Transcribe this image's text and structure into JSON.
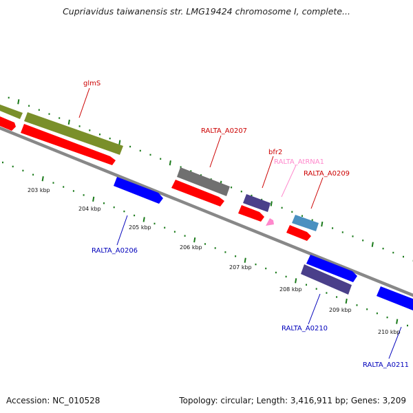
{
  "title": "Cupriavidus taiwanensis str. LMG19424 chromosome I, complete...",
  "accession_text": "Accession: NC_010528",
  "summary_text": "Topology: circular; Length: 3,416,911 bp; Genes: 3,209",
  "colors": {
    "backbone": "#888888",
    "tick": "#1a7a1a",
    "forward_gene": "#ff0000",
    "reverse_gene": "#0000ff",
    "olive_feature": "#7a8f2a",
    "gray_feature": "#707070",
    "purple_feature": "#4a3f8a",
    "teal_feature": "#4a90c0",
    "trna_feature": "#ff88cc",
    "label_red": "#cc0000",
    "label_blue": "#0000bb",
    "label_pink": "#ff88cc"
  },
  "kbp_labels": [
    "203 kbp",
    "204 kbp",
    "205 kbp",
    "206 kbp",
    "207 kbp",
    "208 kbp",
    "209 kbp",
    "210 kbp"
  ],
  "gene_labels": {
    "glmS": "glmS",
    "ralta_a0207": "RALTA_A0207",
    "bfr2": "bfr2",
    "ralta_atrna1": "RALTA_AtRNA1",
    "ralta_a0209": "RALTA_A0209",
    "ralta_a0206": "RALTA_A0206",
    "ralta_a0210": "RALTA_A0210",
    "ralta_a0211": "RALTA_A0211"
  }
}
